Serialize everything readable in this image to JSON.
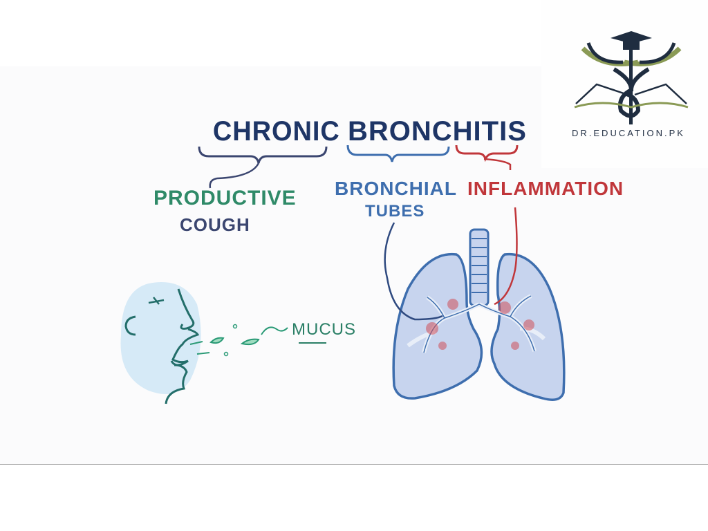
{
  "title": {
    "word1": "CHRONIC",
    "word2": "BRONCHITIS"
  },
  "labels": {
    "productive": "PRODUCTIVE",
    "cough": "COUGH",
    "bronchial": "BRONCHIAL",
    "tubes": "TUBES",
    "inflammation": "INFLAMMATION",
    "mucus": "MUCUS"
  },
  "logo": {
    "text": "DR.EDUCATION.PK",
    "colors": {
      "navy": "#1f2d40",
      "olive": "#8a9a55"
    }
  },
  "colors": {
    "title": "#1e3566",
    "green": "#2f8a68",
    "blue": "#3e6eae",
    "red": "#c0363a",
    "lung_fill": "#c7d4ee",
    "face_fill": "#d6eaf7"
  }
}
